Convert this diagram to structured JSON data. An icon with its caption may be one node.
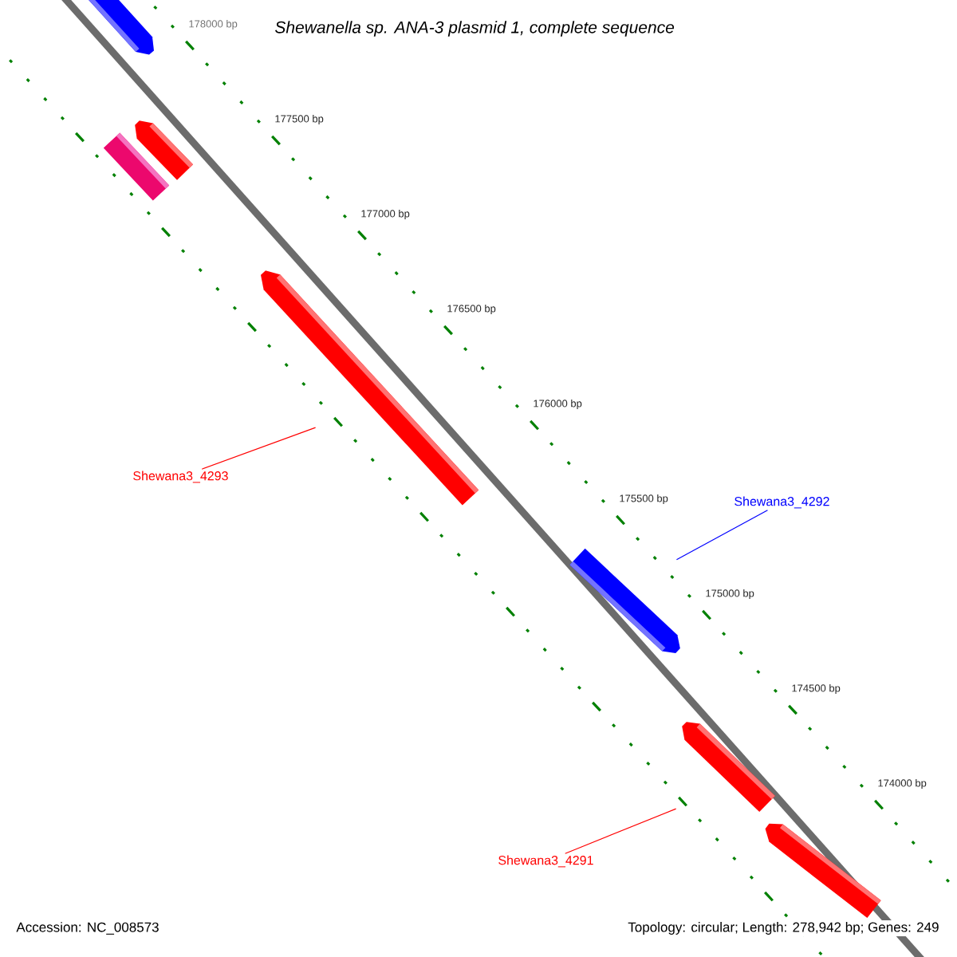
{
  "diagram": {
    "title": "Shewanella sp. ANA-3 plasmid 1, complete sequence",
    "nodes": [
      {
        "text": [],
        "shape": "arrow"
      },
      {
        "text": [],
        "shape": "arrow"
      },
      {
        "text": [],
        "shape": "arrow"
      },
      {
        "text": [],
        "shape": "arrow"
      },
      {
        "text": [
          "Shewana3_4293"
        ]
      },
      {
        "text": [
          "Shewana3_4292"
        ]
      },
      {
        "text": [],
        "shape": "arrow"
      },
      {
        "text": [],
        "shape": "arrow"
      },
      {
        "text": [
          "Shewana3_4291"
        ]
      },
      {
        "text": [],
        "shape": "arrow"
      }
    ],
    "edges": [
      {
        "from": 4,
        "to": 3,
        "arrow": "none",
        "color": "#ff0000"
      },
      {
        "from": 5,
        "to": 6,
        "arrow": "none",
        "color": "#0000ff"
      },
      {
        "from": 8,
        "to": 7,
        "arrow": "none",
        "color": "#ff0000"
      }
    ],
    "labels": [
      "178000 bp",
      "177500 bp",
      "177000 bp",
      "176500 bp",
      "176000 bp",
      "175500 bp",
      "175000 bp",
      "174500 bp",
      "174000 bp",
      "Accession: NC_008573",
      "Topology: circular; Length: 278,942 bp; Genes: 249"
    ]
  }
}
